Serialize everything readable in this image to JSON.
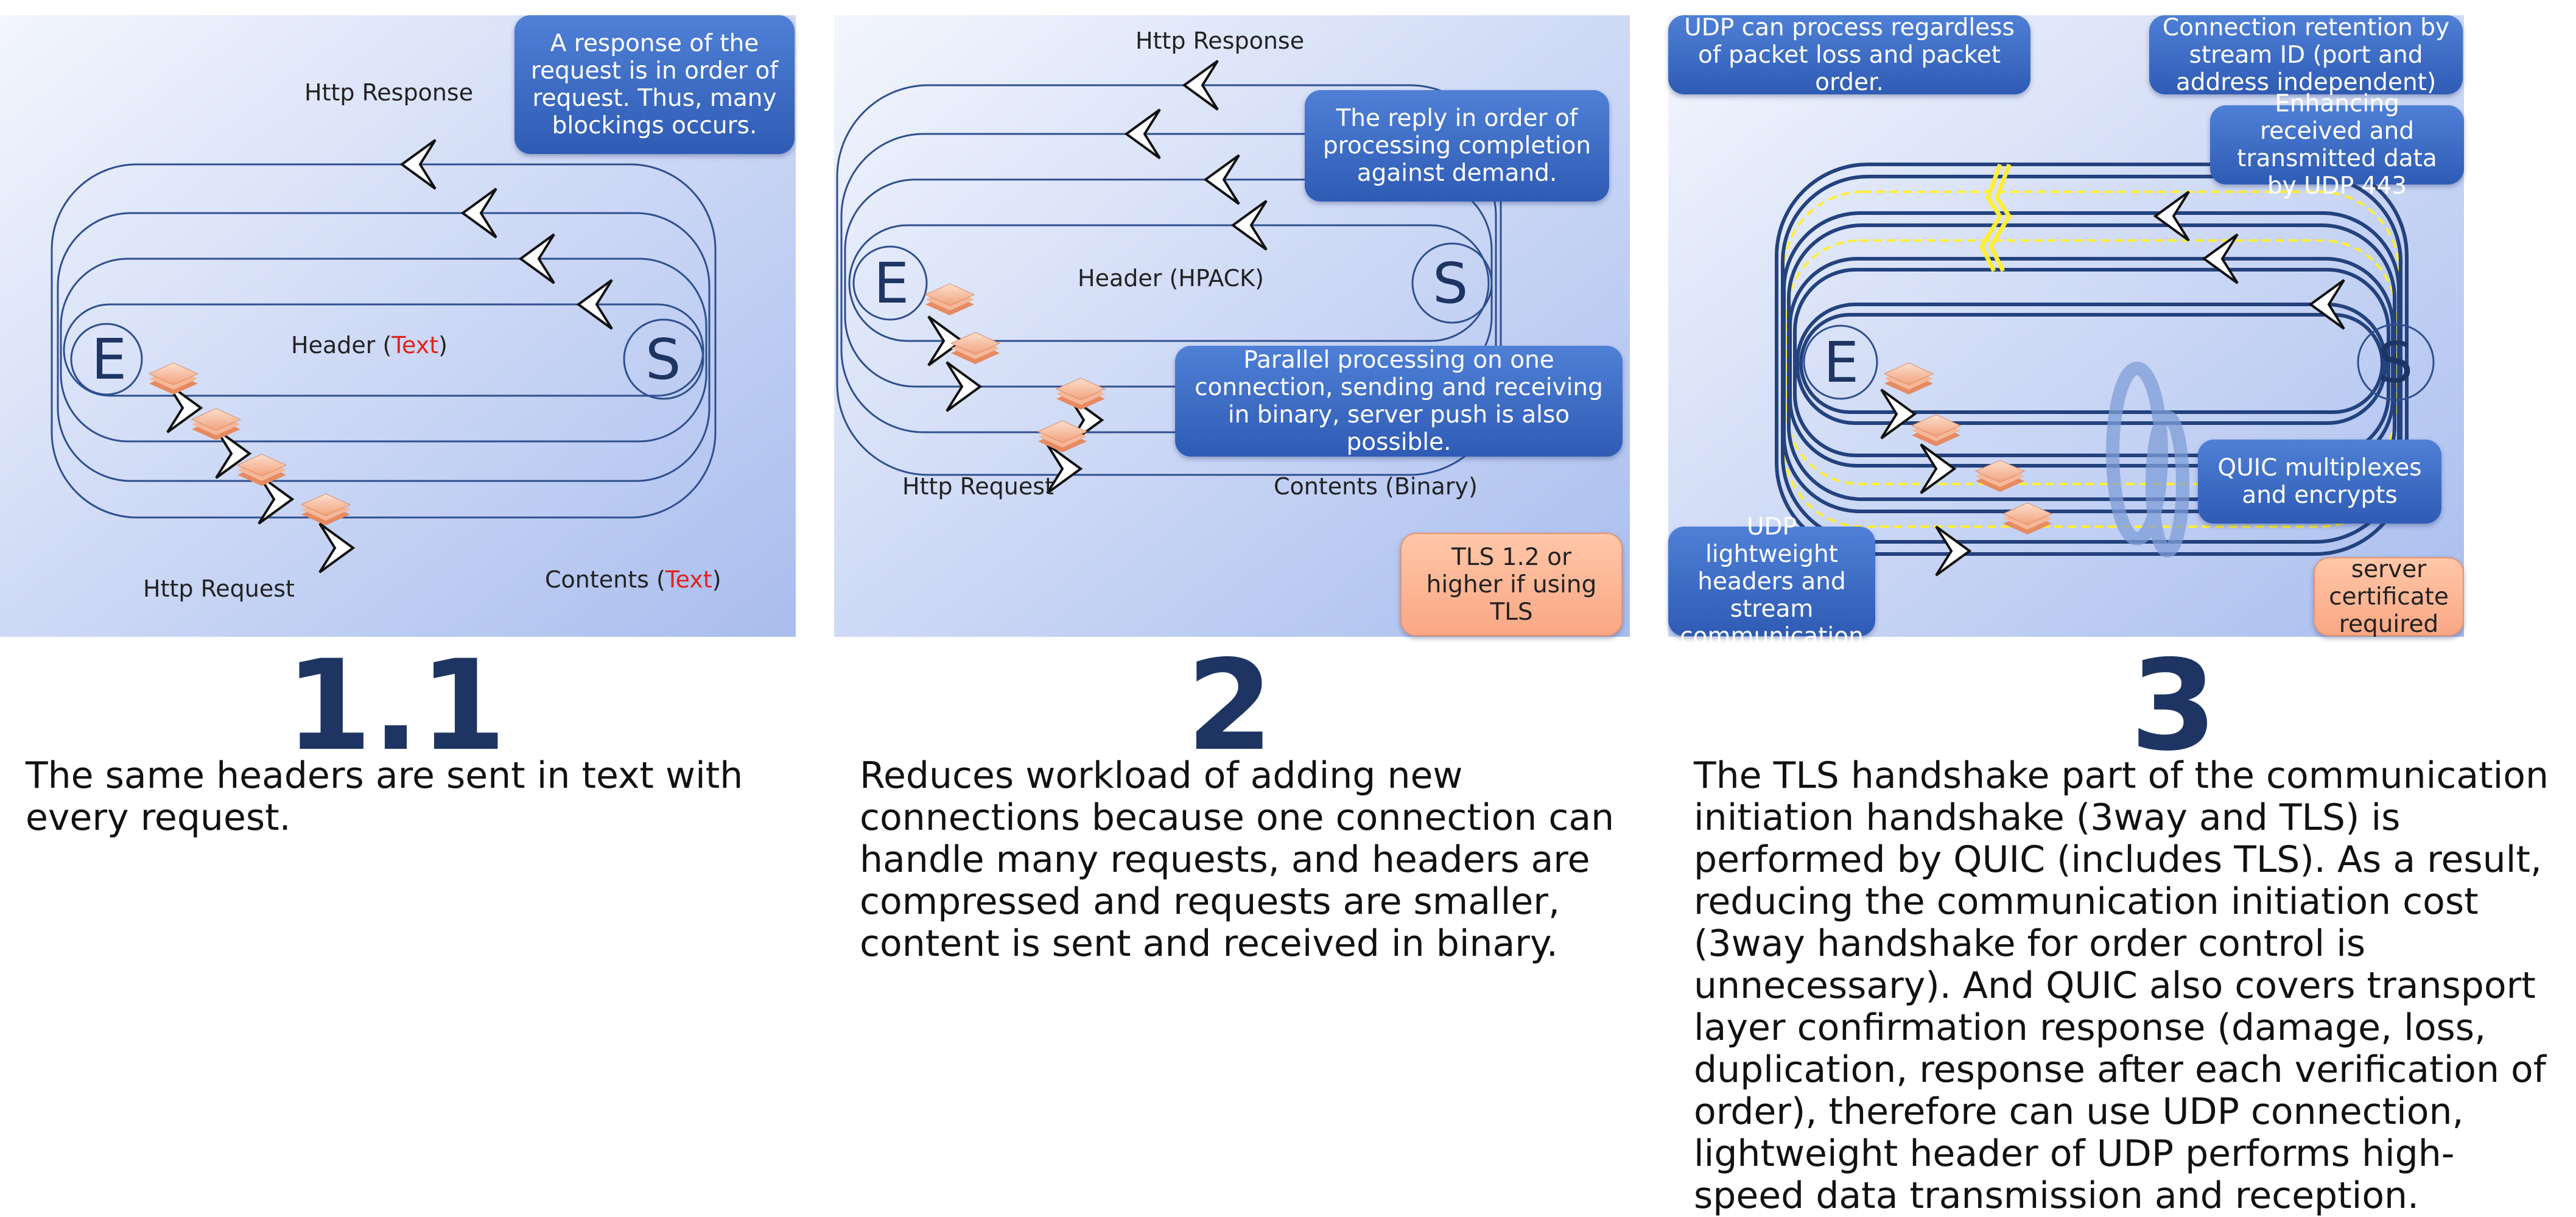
{
  "panel1": {
    "bubble": "A response of the request is in order of request. Thus, many blockings occurs.",
    "http_response": "Http Response",
    "header_prefix": "Header (",
    "header_text": "Text",
    "header_suffix": ")",
    "e": "E",
    "s": "S",
    "http_request": "Http Request",
    "contents_prefix": "Contents (",
    "contents_text": "Text",
    "contents_suffix": ")"
  },
  "panel2": {
    "http_response": "Http Response",
    "bubble_reply": "The reply in order of processing completion against demand.",
    "e": "E",
    "s": "S",
    "header": "Header (HPACK)",
    "bubble_parallel": "Parallel processing on one connection, sending and receiving in binary, server push is also possible.",
    "http_request": "Http Request",
    "contents": "Contents (Binary)",
    "bubble_tls": "TLS 1.2 or higher if using TLS"
  },
  "panel3": {
    "bubble_udp": "UDP can process regardless of packet loss and packet order.",
    "bubble_retention": "Connection retention by stream ID (port and address independent)",
    "bubble_enhancing": "Enhancing received and transmitted data by UDP 443",
    "e": "E",
    "s": "S",
    "bubble_quic": "QUIC multiplexes and encrypts",
    "bubble_lightweight": "UDP lightweight headers and stream communication",
    "bubble_cert": "server certificate required"
  },
  "versions": {
    "v1": "1.1",
    "v2": "2",
    "v3": "3"
  },
  "descriptions": {
    "d1": "The same headers are sent in text with every request.",
    "d2": "Reduces workload of adding new connections because one connection can handle many requests, and headers are compressed and requests are smaller, content is sent and received in binary.",
    "d3": "The TLS handshake part of the communication initiation handshake (3way and TLS) is performed by QUIC (includes TLS). As a result, reducing the communication initiation cost (3way handshake for order control is unnecessary). And QUIC also covers transport layer confirmation response (damage, loss, duplication, response after each verification of order), therefore can use UDP connection, lightweight header of UDP performs high-speed data transmission and reception."
  },
  "colors": {
    "line": "#2f4f8f",
    "bubble_blue": "#3a66c0",
    "bubble_orange": "#f9b08f",
    "number": "#1e3564",
    "red_text": "#e0231e",
    "quic_yellow": "#ffee33"
  }
}
